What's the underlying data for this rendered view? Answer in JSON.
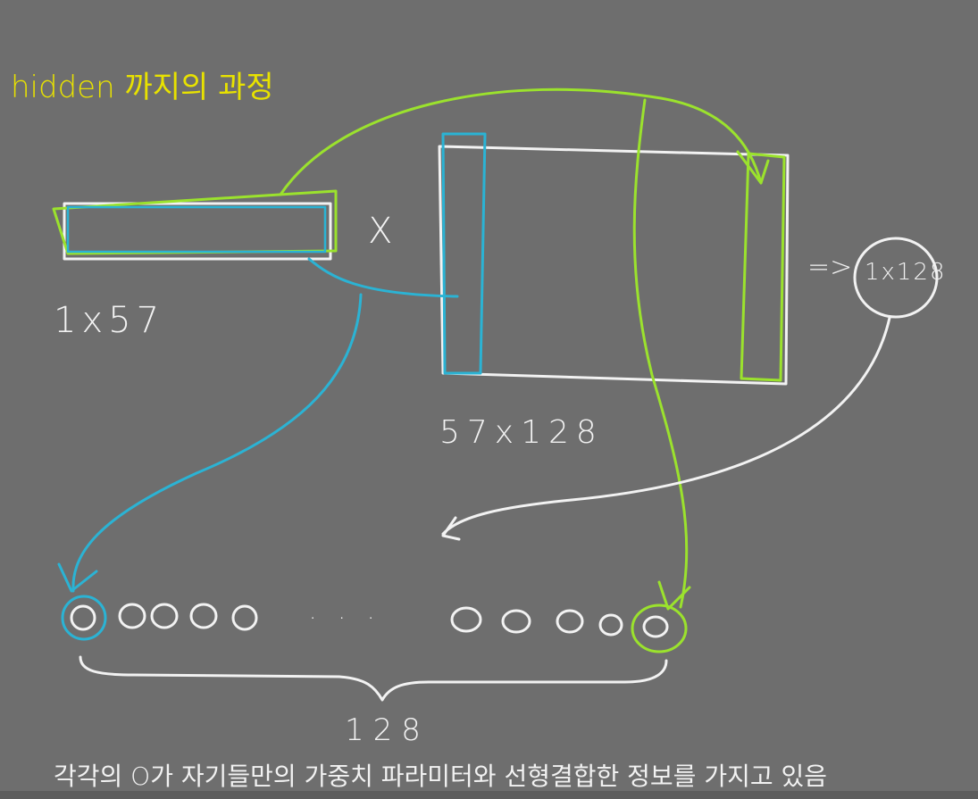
{
  "title": "hidden 까지의 과정",
  "input_label": "1x57",
  "multiply_sign": "X",
  "weight_label": "57x128",
  "arrow_symbol": "=>",
  "result_label": "1x128",
  "ellipsis": ". . .",
  "neuron_count_label": "128",
  "caption": "각각의 O가 자기들만의 가중치 파라미터와 선형결합한 정보를 가지고 있음",
  "colors": {
    "background": "#6e6e6e",
    "chalk_white": "#f2f2f2",
    "title_yellow": "#e8e200",
    "highlight_green": "#9be22d",
    "highlight_cyan": "#2bb3d4"
  },
  "nodes": {
    "left_group_count": 5,
    "right_group_count": 5,
    "first_node_highlight": "cyan",
    "last_node_highlight": "green"
  }
}
